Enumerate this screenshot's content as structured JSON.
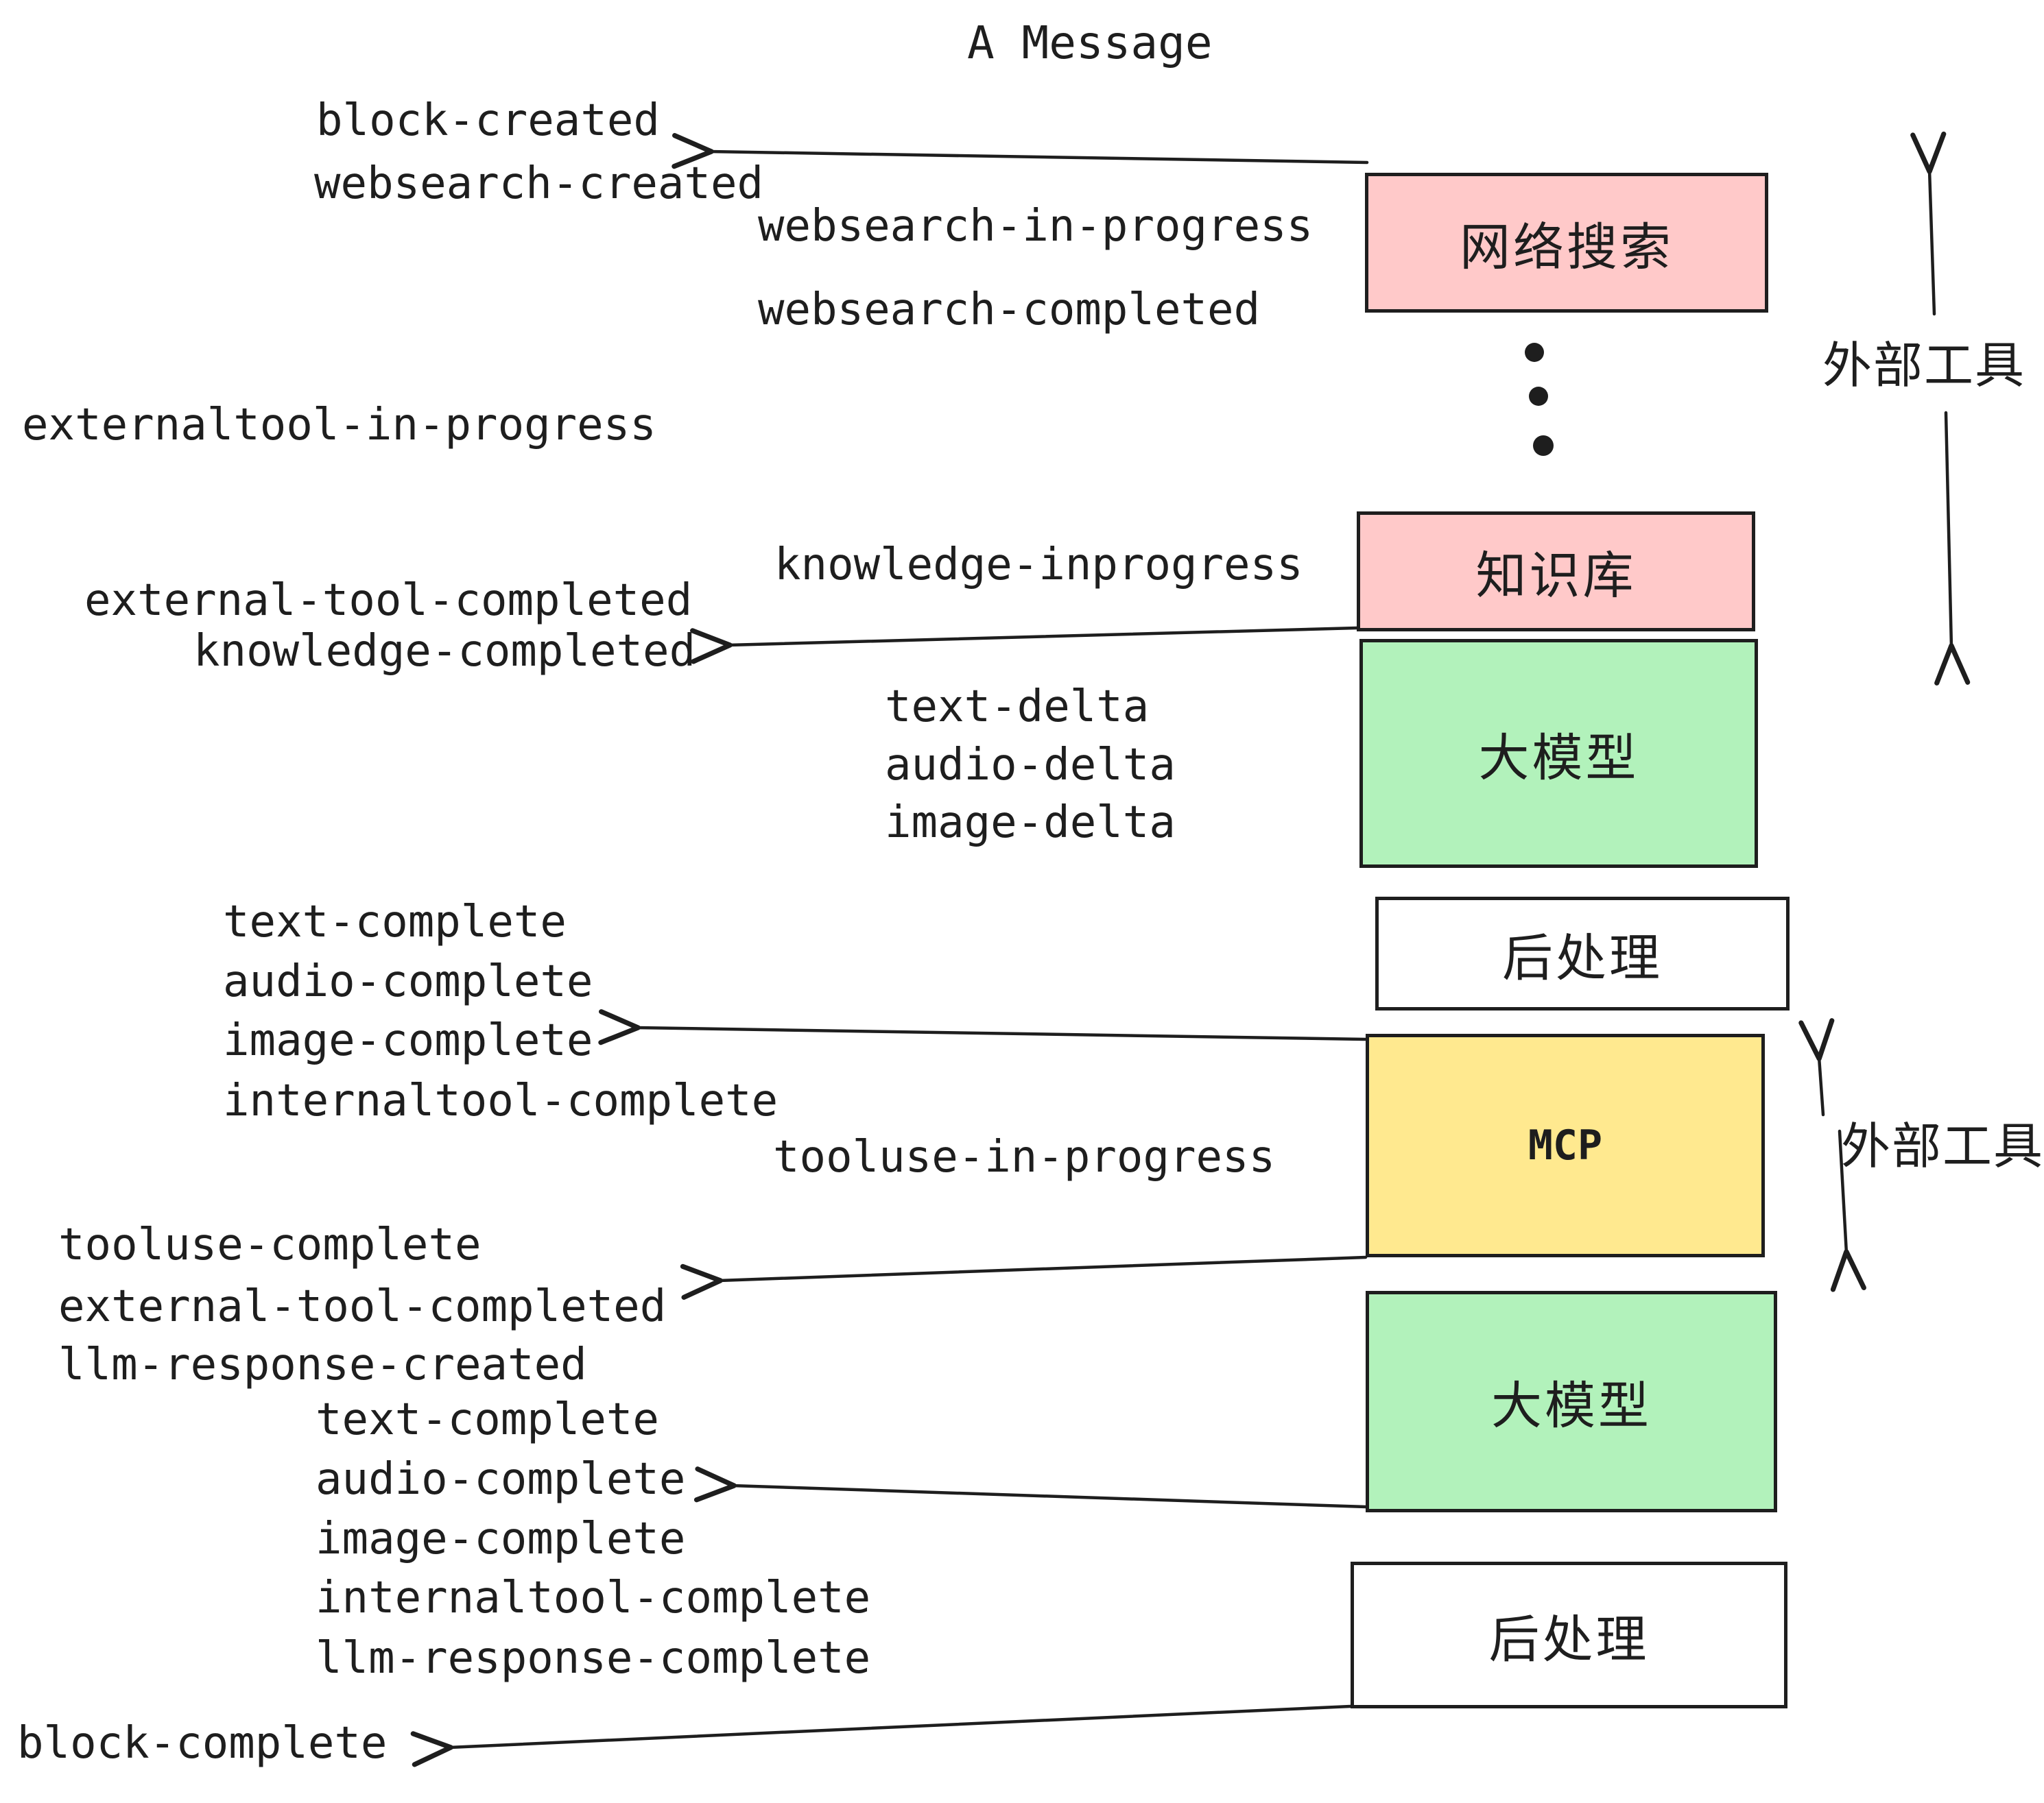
{
  "title": "A Message",
  "colors": {
    "pink": "#ffc9c9",
    "green": "#b2f2bb",
    "yellow": "#ffe98f",
    "white": "#ffffff",
    "border": "#1e1e1e",
    "text": "#1e1e1e",
    "background": "#ffffff"
  },
  "boxes": {
    "websearch": {
      "label": "网络搜索"
    },
    "knowledge": {
      "label": "知识库"
    },
    "llm1": {
      "label": "大模型"
    },
    "post1": {
      "label": "后处理"
    },
    "mcp": {
      "label": "MCP"
    },
    "llm2": {
      "label": "大模型"
    },
    "post2": {
      "label": "后处理"
    }
  },
  "side_labels": {
    "external_tools_top": "外部工具",
    "external_tools_mid": "外部工具"
  },
  "events": {
    "block_created": "block-created",
    "websearch_created": "websearch-created",
    "websearch_in_progress": "websearch-in-progress",
    "websearch_completed": "websearch-completed",
    "externaltool_in_progress": "externaltool-in-progress",
    "knowledge_inprogress": "knowledge-inprogress",
    "external_tool_completed_1": "external-tool-completed",
    "knowledge_completed": "knowledge-completed",
    "text_delta_1": "text-delta",
    "audio_delta_1": "audio-delta",
    "image_delta_1": "image-delta",
    "text_complete_1": "text-complete",
    "audio_complete_1": "audio-complete",
    "image_complete_1": "image-complete",
    "internaltool_complete_1": "internaltool-complete",
    "tooluse_in_progress": "tooluse-in-progress",
    "tooluse_complete": "tooluse-complete",
    "external_tool_completed_2": "external-tool-completed",
    "llm_response_created": "llm-response-created",
    "text_complete_2": "text-complete",
    "audio_complete_2": "audio-complete",
    "image_complete_2": "image-complete",
    "internaltool_complete_2": "internaltool-complete",
    "llm_response_complete": "llm-response-complete",
    "block_complete": "block-complete"
  }
}
